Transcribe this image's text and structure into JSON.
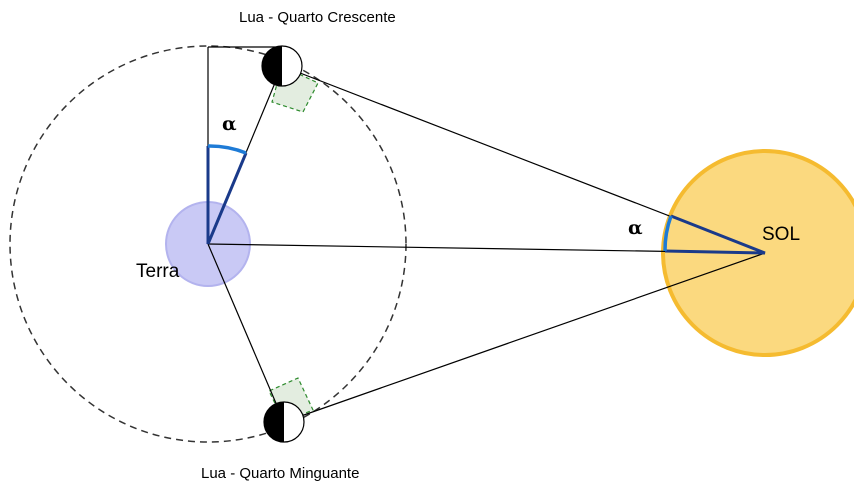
{
  "labels": {
    "moon_first_quarter": "Lua - Quarto Crescente",
    "moon_last_quarter": "Lua - Quarto Minguante",
    "earth": "Terra",
    "sun": "SOL",
    "angle_earth": "α",
    "angle_sun": "α"
  },
  "colors": {
    "sun_fill": "#fbd97f",
    "sun_stroke": "#f5bb30",
    "earth_fill": "#c9c9f5",
    "earth_stroke": "#b3b3ee",
    "angle_arc": "#1e7bd6",
    "angle_line": "#1a3a8a",
    "right_angle_fill": "#e3ede0",
    "right_angle_stroke": "#2e8b2e",
    "orbit_stroke": "#333333",
    "line_stroke": "#000000"
  }
}
